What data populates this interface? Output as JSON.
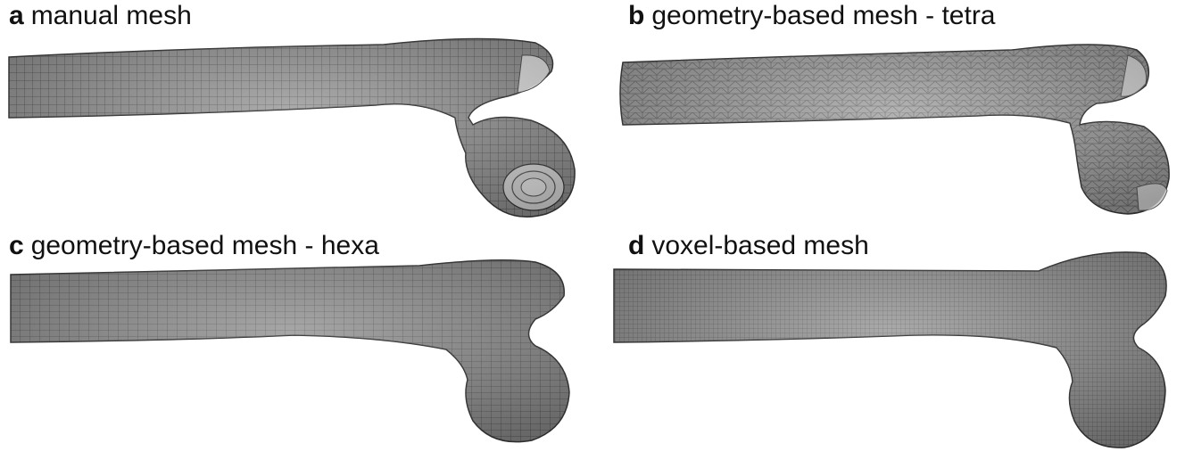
{
  "figure": {
    "panels": [
      {
        "letter": "a",
        "title": "manual mesh"
      },
      {
        "letter": "b",
        "title": "geometry-based mesh - tetra"
      },
      {
        "letter": "c",
        "title": "geometry-based mesh - hexa"
      },
      {
        "letter": "d",
        "title": "voxel-based mesh"
      }
    ],
    "colors": {
      "mesh_fill": "#8c8c8c",
      "mesh_line": "#4a4a4a",
      "highlight": "#d9d9d9"
    }
  }
}
